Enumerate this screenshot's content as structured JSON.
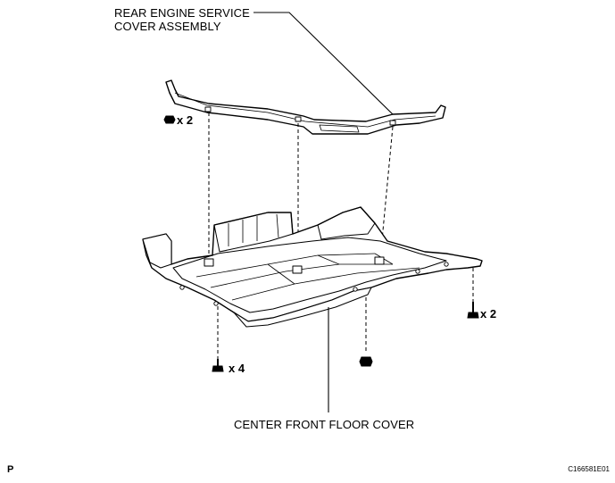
{
  "callouts": {
    "rear_cover": [
      "REAR ENGINE SERVICE",
      "COVER ASSEMBLY"
    ],
    "floor_cover": "CENTER FRONT FLOOR COVER"
  },
  "quantities": {
    "rear_cover_bolts_left": "x 2",
    "floor_cover_bolts_right": "x 2",
    "floor_cover_bolts_left": "x 4"
  },
  "footer": {
    "page_mark": "P",
    "illustration_code": "C166581E01"
  }
}
